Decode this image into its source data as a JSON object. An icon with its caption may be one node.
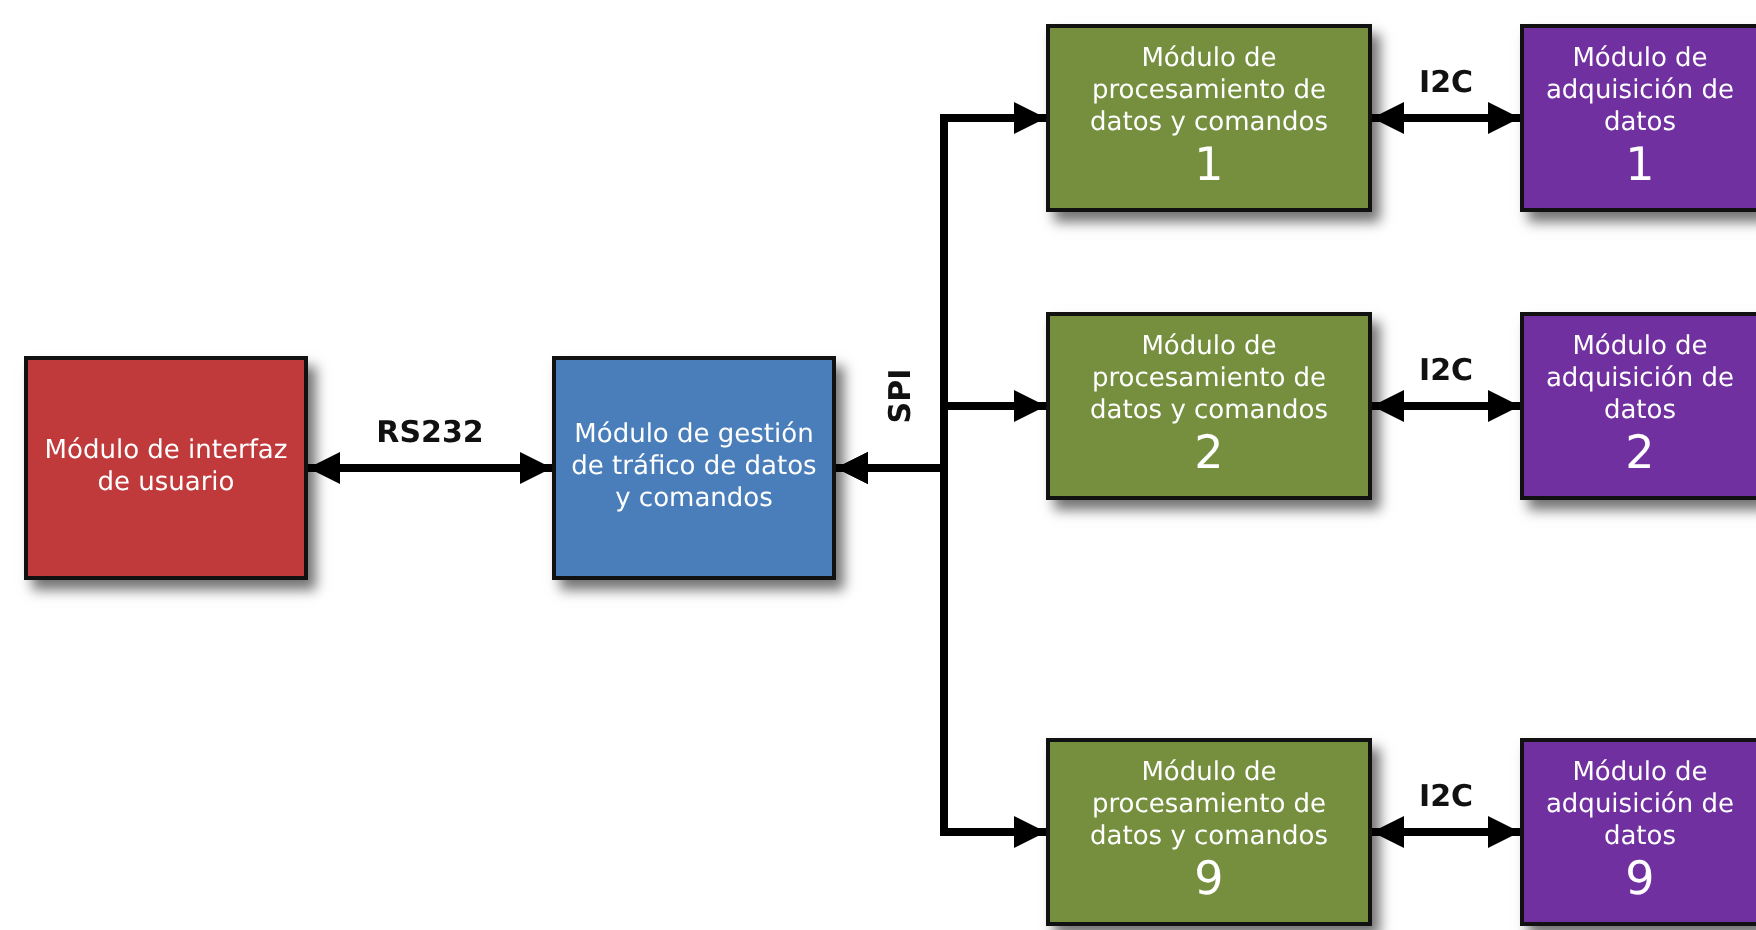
{
  "diagram": {
    "nodes": [
      {
        "text": [
          "Módulo de interfaz de usuario"
        ]
      },
      {
        "text": [
          "Módulo de gestión de tráfico de datos y comandos"
        ]
      },
      {
        "text": [
          "Módulo de procesamiento de datos y comandos",
          "1"
        ]
      },
      {
        "text": [
          "Módulo de adquisición de datos",
          "1"
        ]
      },
      {
        "text": [
          "Módulo de procesamiento de datos y comandos",
          "2"
        ]
      },
      {
        "text": [
          "Módulo de adquisición de datos",
          "2"
        ]
      },
      {
        "text": [
          "Módulo de procesamiento de datos y comandos",
          "9"
        ]
      },
      {
        "text": [
          "Módulo de adquisición de datos",
          "9"
        ]
      }
    ],
    "edges": [
      {
        "from": 0,
        "to": 1,
        "arrow": "both",
        "label": "RS232"
      },
      {
        "from": 1,
        "to": 2,
        "arrow": "both"
      },
      {
        "from": 1,
        "to": 4,
        "arrow": "both",
        "label": "SPI"
      },
      {
        "from": 1,
        "to": 6,
        "arrow": "both"
      },
      {
        "from": 2,
        "to": 3,
        "arrow": "both",
        "label": "I2C"
      },
      {
        "from": 4,
        "to": 5,
        "arrow": "both",
        "label": "I2C"
      },
      {
        "from": 6,
        "to": 7,
        "arrow": "both",
        "label": "I2C"
      }
    ]
  }
}
